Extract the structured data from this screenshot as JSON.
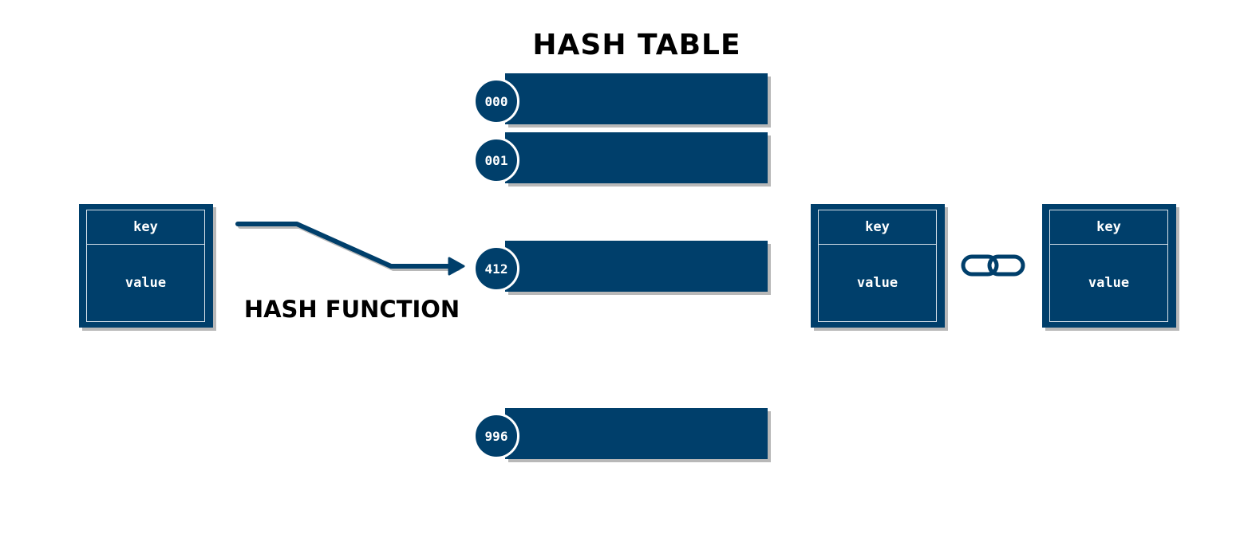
{
  "title": "HASH TABLE",
  "hash_function_label": "HASH FUNCTION",
  "buckets": [
    {
      "index": "000"
    },
    {
      "index": "001"
    },
    {
      "index": "412"
    },
    {
      "index": "996"
    }
  ],
  "input_entry": {
    "key": "key",
    "value": "value"
  },
  "chain": [
    {
      "key": "key",
      "value": "value"
    },
    {
      "key": "key",
      "value": "value"
    }
  ],
  "icons": {
    "arrow": "arrow-right-icon",
    "link": "chain-link-icon"
  },
  "colors": {
    "primary": "#003f6b",
    "shadow": "#b8b8b8",
    "text": "#000000"
  }
}
